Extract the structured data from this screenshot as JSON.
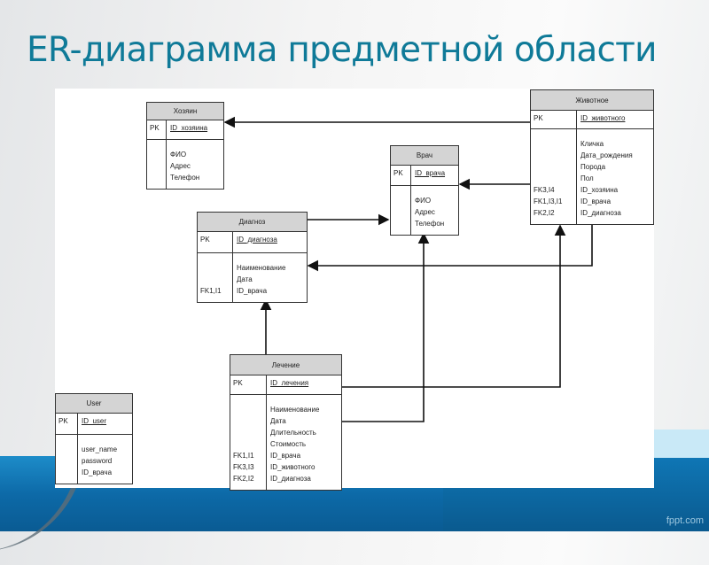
{
  "title": "ER-диаграмма предметной области",
  "footer": "fppt.com",
  "entities": {
    "owner": {
      "name": "Хозяин",
      "pk": "PK",
      "pk_field": "ID_хозяина",
      "keys": [],
      "fields": [
        "ФИО",
        "Адрес",
        "Телефон"
      ]
    },
    "animal": {
      "name": "Животное",
      "pk": "PK",
      "pk_field": "ID_животного",
      "keys": [
        "FK3,I4",
        "FK1,I3,I1",
        "FK2,I2"
      ],
      "fields": [
        "Кличка",
        "Дата_рождения",
        "Порода",
        "Пол",
        "ID_хозяина",
        "ID_врача",
        "ID_диагноза"
      ]
    },
    "doctor": {
      "name": "Врач",
      "pk": "PK",
      "pk_field": "ID_врача",
      "keys": [],
      "fields": [
        "ФИО",
        "Адрес",
        "Телефон"
      ]
    },
    "diagnosis": {
      "name": "Диагноз",
      "pk": "PK",
      "pk_field": "ID_диагноза",
      "keys": [
        "FK1,I1"
      ],
      "fields": [
        "Наименование",
        "Дата",
        "ID_врача"
      ]
    },
    "treatment": {
      "name": "Лечение",
      "pk": "PK",
      "pk_field": "ID_лечения",
      "keys": [
        "FK1,I1",
        "FK3,I3",
        "FK2,I2"
      ],
      "fields": [
        "Наименование",
        "Дата",
        "Длительность",
        "Стоимость",
        "ID_врача",
        "ID_животного",
        "ID_диагноза"
      ]
    },
    "user": {
      "name": "User",
      "pk": "PK",
      "pk_field": "ID_user",
      "keys": [],
      "fields": [
        "user_name",
        "password",
        "ID_врача"
      ]
    }
  }
}
